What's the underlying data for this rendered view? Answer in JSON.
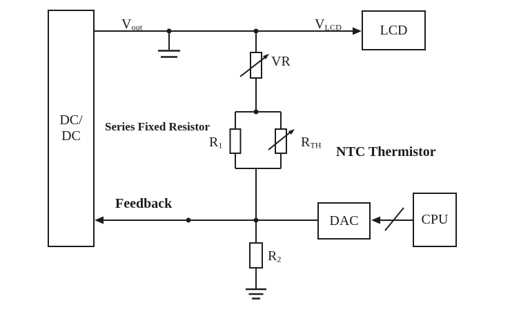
{
  "blocks": {
    "dcdc": {
      "line1": "DC/",
      "line2": "DC"
    },
    "lcd": {
      "label": "LCD"
    },
    "dac": {
      "label": "DAC"
    },
    "cpu": {
      "label": "CPU"
    }
  },
  "labels": {
    "vout": {
      "main": "V",
      "sub": "out"
    },
    "vlcd": {
      "main": "V",
      "sub": "LCD"
    },
    "vr": {
      "main": "VR"
    },
    "r1": {
      "main": "R",
      "sub": "1"
    },
    "rth": {
      "main": "R",
      "sub": "TH"
    },
    "r2": {
      "main": "R",
      "sub": "2"
    }
  },
  "annotations": {
    "series_fixed_resistor": "Series Fixed Resistor",
    "ntc_thermistor": "NTC Thermistor",
    "feedback": "Feedback"
  },
  "icons": [
    "capacitor-icon",
    "ground-icon",
    "variable-resistor-arrow-icon",
    "bus-slash-icon",
    "junction-dot",
    "arrowhead"
  ],
  "colors": {
    "line": "#1c1c1c",
    "background": "#ffffff",
    "text": "#1c1c1c"
  }
}
